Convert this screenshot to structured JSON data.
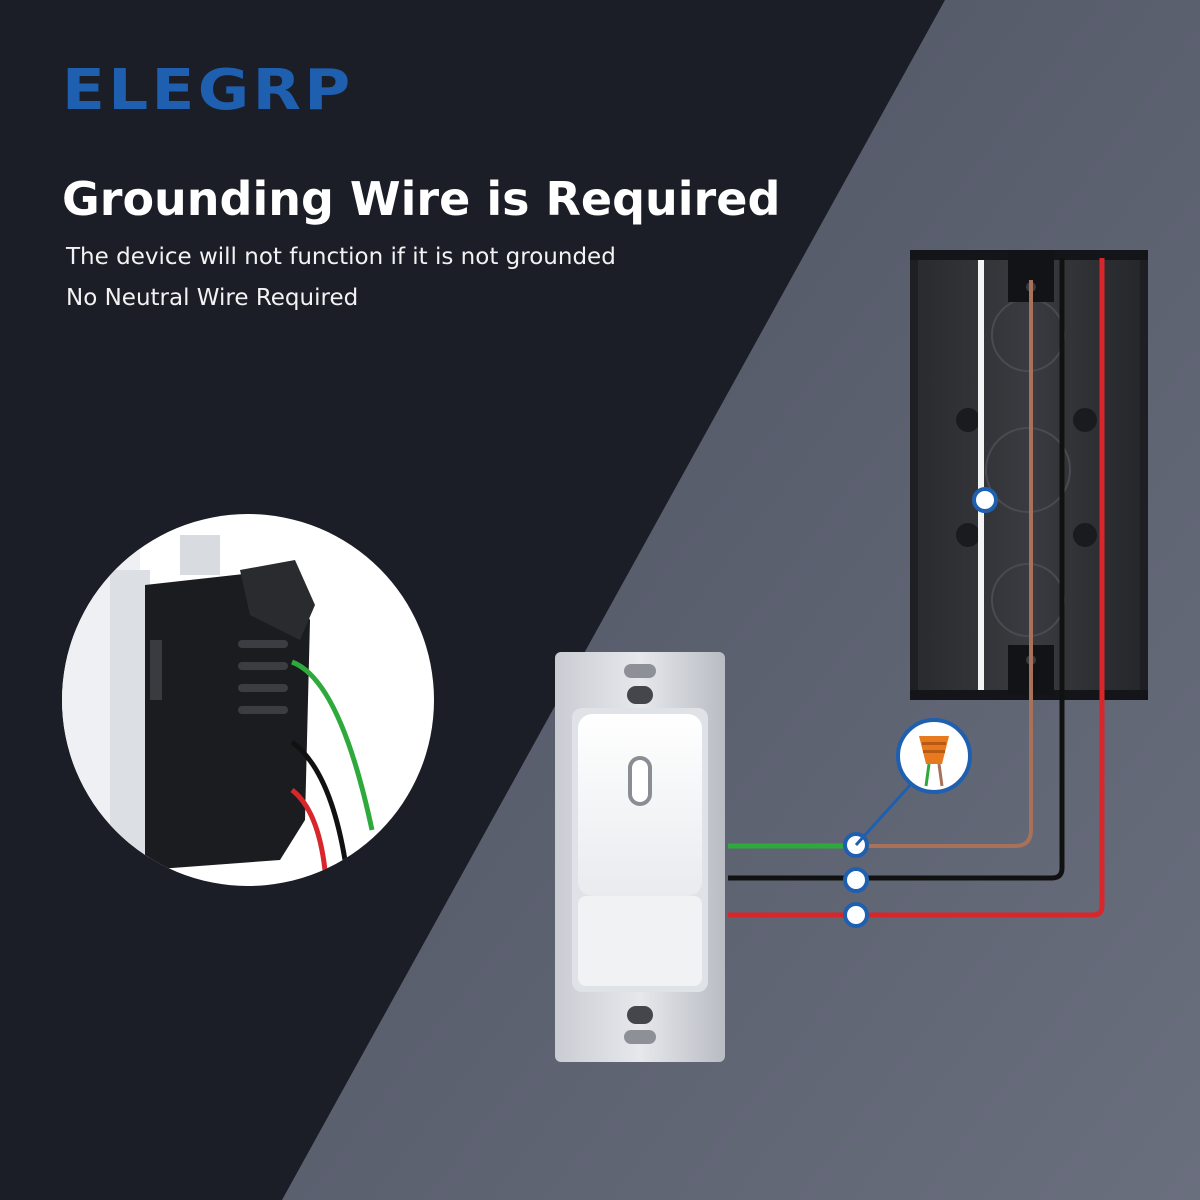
{
  "brand": {
    "name": "ELEGRP"
  },
  "heading": {
    "title": "Grounding Wire is Required",
    "line1": "The device will not function if it is not grounded",
    "line2": "No Neutral Wire Required"
  },
  "colors": {
    "brand_blue": "#1f5fb0",
    "ground_wire": "#2eaa3c",
    "line_wire": "#111111",
    "load_wire": "#d8262b",
    "bare_copper_wire": "#a8715a",
    "connector": "#e77a1e",
    "marker_ring": "#1f5fb0"
  },
  "icons": [
    "wire-nut-icon",
    "connection-dot-icon"
  ]
}
